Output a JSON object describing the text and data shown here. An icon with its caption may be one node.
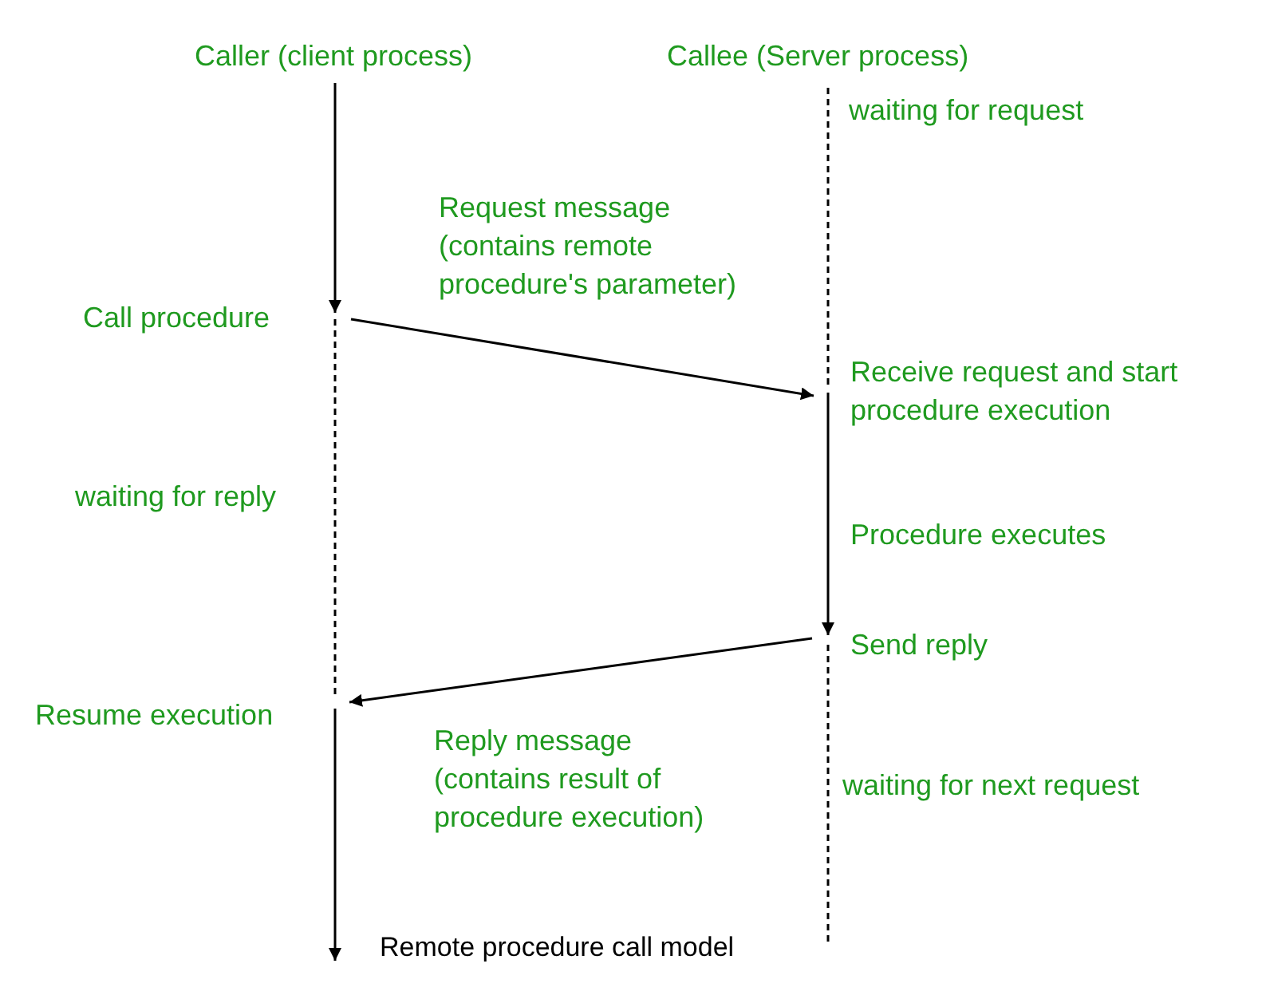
{
  "diagram": {
    "caption": "Remote procedure call model",
    "nodes": [
      {
        "text": [
          "Caller (client process)"
        ]
      },
      {
        "text": [
          "Callee (Server process)"
        ]
      }
    ],
    "edges": [
      {
        "from": 0,
        "to": 1,
        "arrow": "to",
        "label": "Request message (contains remote procedure's parameter)"
      },
      {
        "from": 1,
        "to": 0,
        "arrow": "to",
        "label": "Reply message (contains result of procedure execution)"
      }
    ],
    "labels": [
      "waiting for request",
      "Call procedure",
      "Receive request and start procedure execution",
      "waiting for reply",
      "Procedure executes",
      "Send reply",
      "Resume execution",
      "waiting for next request"
    ]
  }
}
